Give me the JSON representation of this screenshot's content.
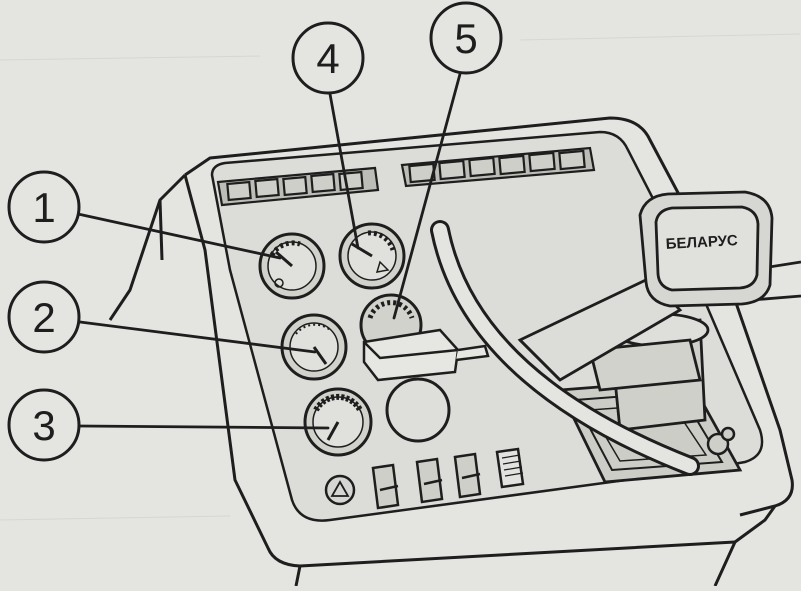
{
  "callouts": [
    {
      "label": "1"
    },
    {
      "label": "2"
    },
    {
      "label": "3"
    },
    {
      "label": "4"
    },
    {
      "label": "5"
    }
  ],
  "lever_badge": "БЕЛАРУС",
  "colors": {
    "background": "#e4e4e1",
    "line": "#1e1e1e",
    "panel_fill": "#dcdcd8",
    "face_fill": "#d2d2cd"
  }
}
